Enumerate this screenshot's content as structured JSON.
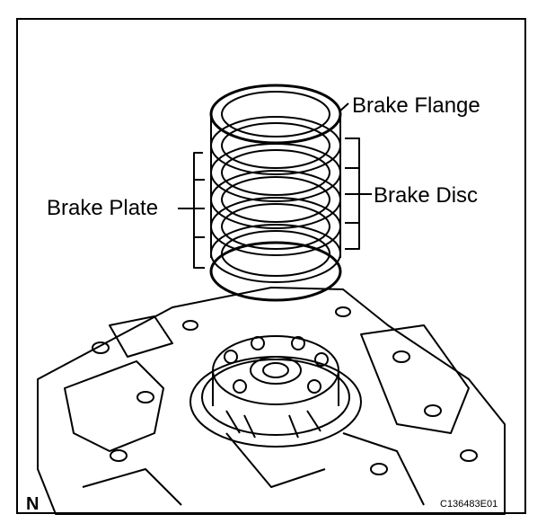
{
  "labels": {
    "brake_flange": "Brake Flange",
    "brake_plate": "Brake Plate",
    "brake_disc": "Brake Disc"
  },
  "view_mark": "N",
  "figure_code": "C136483E01"
}
